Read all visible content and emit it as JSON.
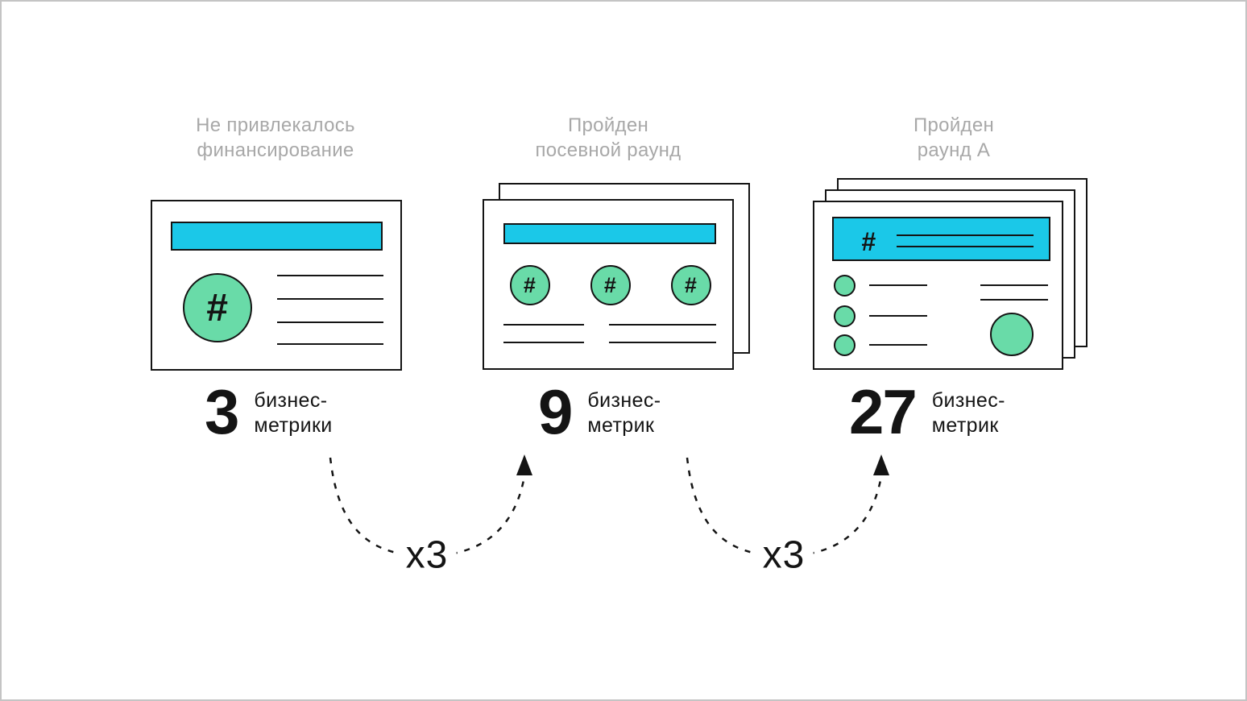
{
  "colors": {
    "cyan": "#1bc8e8",
    "green": "#69dba8",
    "ink": "#141414",
    "gray": "#a8a8a8",
    "page_border": "#c4c4c4",
    "card_bg": "#ffffff"
  },
  "icons": {
    "hash": "#"
  },
  "stages": [
    {
      "caption_line1": "Не привлекалось",
      "caption_line2": "финансирование",
      "metric_count": "3",
      "metric_label_line1": "бизнес-",
      "metric_label_line2": "метрики"
    },
    {
      "caption_line1": "Пройден",
      "caption_line2": "посевной раунд",
      "metric_count": "9",
      "metric_label_line1": "бизнес-",
      "metric_label_line2": "метрик"
    },
    {
      "caption_line1": "Пройден",
      "caption_line2": "раунд А",
      "metric_count": "27",
      "metric_label_line1": "бизнес-",
      "metric_label_line2": "метрик"
    }
  ],
  "multipliers": [
    {
      "label": "x3"
    },
    {
      "label": "x3"
    }
  ]
}
